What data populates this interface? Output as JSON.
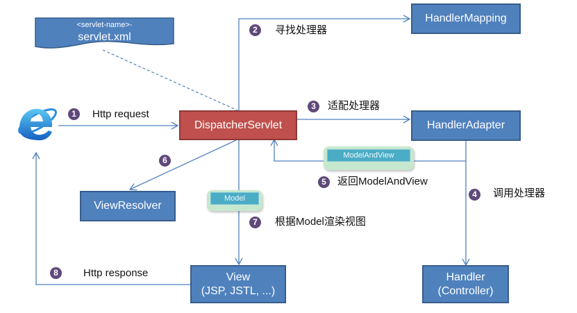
{
  "diagram": {
    "title": "Spring MVC request flow",
    "colors": {
      "box_fill": "#4f81bd",
      "box_border": "#385d8a",
      "dispatcher_fill": "#c0504d",
      "connector": "#4f81bd",
      "step_badge": "#5f497a",
      "tag_outer": "#c6e8cf",
      "tag_inner": "#4bacc6"
    },
    "nodes": {
      "browser": {
        "icon": "internet-explorer-icon"
      },
      "config": {
        "line1": "<servlet-name>-",
        "line2": "servlet.xml"
      },
      "dispatcher": {
        "label": "DispatcherServlet"
      },
      "handler_mapping": {
        "label": "HandlerMapping"
      },
      "handler_adapter": {
        "label": "HandlerAdapter"
      },
      "view_resolver": {
        "label": "ViewResolver"
      },
      "view": {
        "line1": "View",
        "line2": "(JSP, JSTL, ...)"
      },
      "handler": {
        "line1": "Handler",
        "line2": "(Controller)"
      }
    },
    "tags": {
      "model_and_view": "ModelAndView",
      "model": "Model"
    },
    "steps": [
      {
        "num": "1",
        "label": "Http request"
      },
      {
        "num": "2",
        "label": "寻找处理器"
      },
      {
        "num": "3",
        "label": "适配处理器"
      },
      {
        "num": "4",
        "label": "调用处理器"
      },
      {
        "num": "5",
        "label": "返回ModelAndView"
      },
      {
        "num": "6",
        "label": ""
      },
      {
        "num": "7",
        "label": "根据Model渲染视图"
      },
      {
        "num": "8",
        "label": "Http response"
      }
    ],
    "edges": [
      {
        "from": "browser",
        "to": "dispatcher",
        "step": "1"
      },
      {
        "from": "dispatcher",
        "to": "handler_mapping",
        "step": "2"
      },
      {
        "from": "dispatcher",
        "to": "handler_adapter",
        "step": "3"
      },
      {
        "from": "handler_adapter",
        "to": "handler",
        "step": "4"
      },
      {
        "from": "handler_adapter",
        "to": "dispatcher",
        "step": "5"
      },
      {
        "from": "dispatcher",
        "to": "view_resolver",
        "step": "6"
      },
      {
        "from": "dispatcher",
        "to": "view",
        "step": "7"
      },
      {
        "from": "view",
        "to": "browser",
        "step": "8"
      },
      {
        "from": "config",
        "to": "dispatcher",
        "style": "dashed"
      }
    ]
  }
}
